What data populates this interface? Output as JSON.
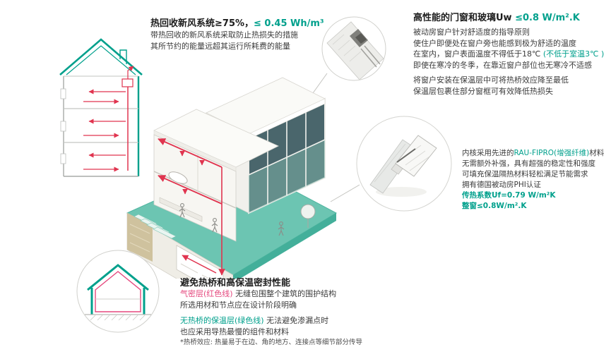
{
  "colors": {
    "teal": "#00A08C",
    "magenta": "#E5487E",
    "duct_red": "#E0344F",
    "platform_teal": "#6CC5B2"
  },
  "hrv": {
    "title_black": "热回收新风系统≥75%，",
    "title_teal": "≤ 0.45 Wh/m³",
    "lines": [
      "带热回收的新风系统采取防止热损失的措施",
      "其所节约的能量远超其运行所耗费的能量"
    ]
  },
  "windows": {
    "title_black": "高性能的门窗和玻璃Uw ",
    "title_teal": "≤0.8 W/m².K",
    "p1_lines": [
      "被动房窗户针对舒适度的指导原则",
      "使住户即便处在窗户旁也能感到极为舒适的温度"
    ],
    "p1_line3_black": "在室内，窗户表面温度不得低于18℃ ",
    "p1_line3_teal": "(不低于室温3℃ )",
    "p1_line4": "即使在寒冷的冬季，在靠近窗户部位也无寒冷不适感",
    "p2_lines": [
      "将窗户安装在保温层中可将热桥效应降至最低",
      "保温层包裹住部分窗框可有效降低热损失"
    ]
  },
  "profile": {
    "line1_a": "内核采用先进的",
    "line1_teal": "RAU-FIPRO(增强纤维)",
    "line1_b": "材料",
    "lines": [
      "无需额外补强，具有超强的稳定性和强度",
      "可填充保温隔热材料轻松满足节能需求",
      "拥有德国被动房PHI认证"
    ],
    "teal_lines": [
      "传热系数Uf=0.79 W/m²K",
      "整窗≤0.8W/m².K"
    ]
  },
  "thermal": {
    "title": "避免热桥和高保温密封性能",
    "airtight_label": "气密层(红色线)",
    "airtight_rest": " 无缝包围整个建筑的围护结构",
    "line2": "所选用材和节点应在设计阶段明确",
    "insulation_label": "无热桥的保温层(绿色线)",
    "insulation_rest": " 无法避免渗漏点时",
    "line4": "也应采用导热最慢的组件和材料",
    "footnote": "*热桥效应: 热量易于在边、角的地方、连接点等细节部分传导"
  }
}
